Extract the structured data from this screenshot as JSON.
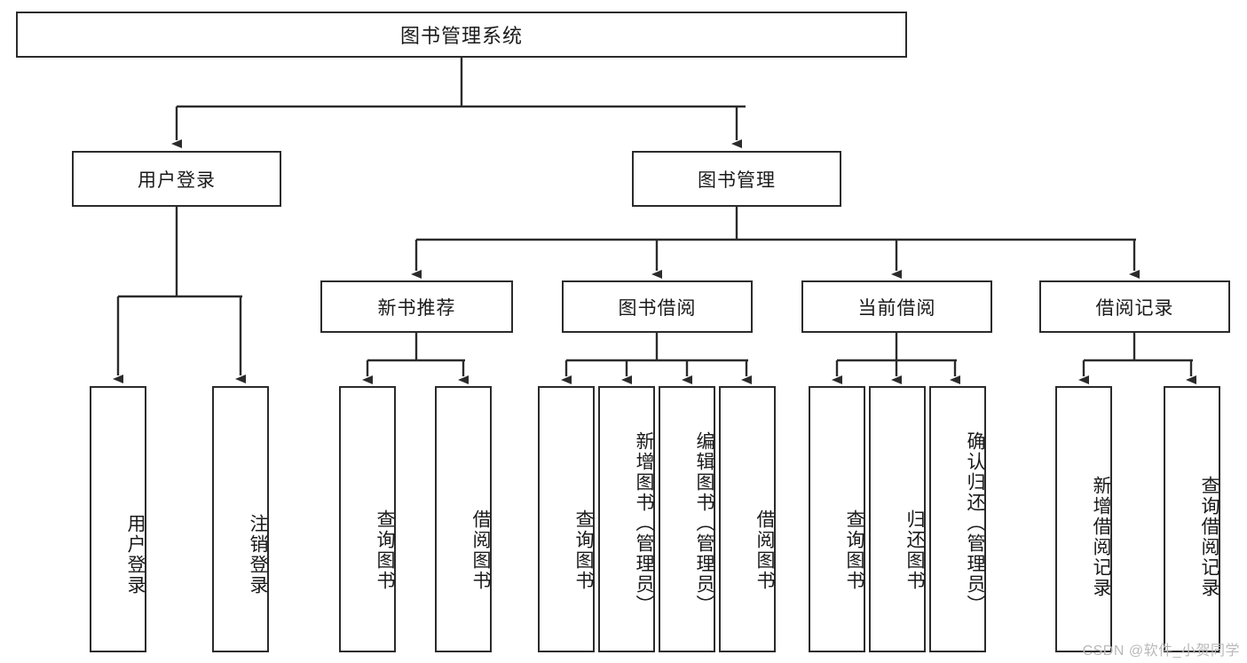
{
  "diagram": {
    "title": "图书管理系统",
    "type": "functional-structure-tree",
    "watermark": "CSDN @软件_小贺同学",
    "colors": {
      "stroke": "#2b2b2b",
      "fill": "#ffffff",
      "text": "#1a1a1a",
      "watermark": "#b9b9b9"
    },
    "levels": {
      "root": {
        "label": "图书管理系统"
      },
      "level2": [
        {
          "label": "用户登录"
        },
        {
          "label": "图书管理"
        }
      ],
      "level3": [
        {
          "label": "新书推荐"
        },
        {
          "label": "图书借阅"
        },
        {
          "label": "当前借阅"
        },
        {
          "label": "借阅记录"
        }
      ],
      "leaves": {
        "user_login": [
          {
            "label": "用户登录"
          },
          {
            "label": "注销登录"
          }
        ],
        "new_book_recommend": [
          {
            "label": "查询图书"
          },
          {
            "label": "借阅图书"
          }
        ],
        "book_borrow": [
          {
            "label": "查询图书"
          },
          {
            "label": "新增图书（管理员）"
          },
          {
            "label": "编辑图书（管理员）"
          },
          {
            "label": "借阅图书"
          }
        ],
        "current_borrow": [
          {
            "label": "查询图书"
          },
          {
            "label": "归还图书"
          },
          {
            "label": "确认归还（管理员）"
          }
        ],
        "borrow_record": [
          {
            "label": "新增借阅记录"
          },
          {
            "label": "查询借阅记录"
          }
        ]
      }
    }
  }
}
